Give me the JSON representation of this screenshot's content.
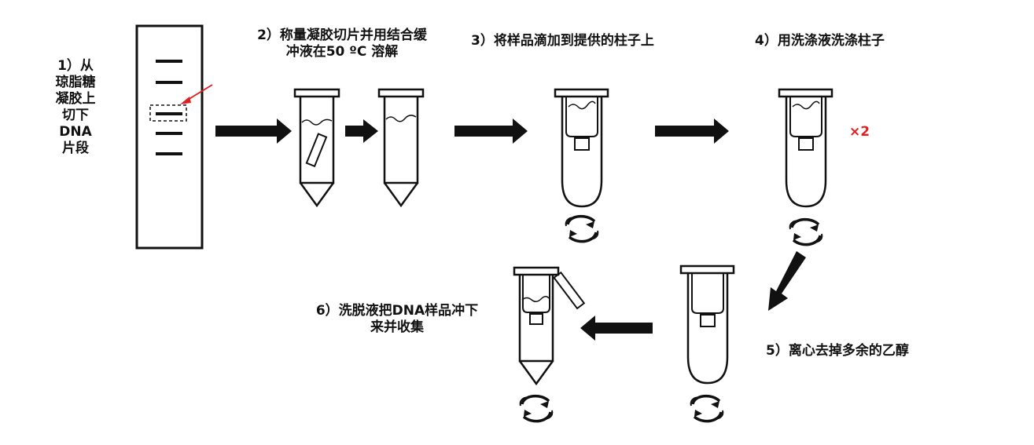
{
  "steps": [
    {
      "id": 1,
      "lines": [
        "1）从",
        "琼脂糖",
        "凝胶上",
        "切下",
        "DNA",
        "片段"
      ]
    },
    {
      "id": 2,
      "lines": [
        "2）称量凝胶切片并用结合缓",
        "冲液在50 ºC 溶解"
      ]
    },
    {
      "id": 3,
      "lines": [
        "3）将样品滴加到提供的柱子上"
      ]
    },
    {
      "id": 4,
      "lines": [
        "4）用洗涤液洗涤柱子"
      ]
    },
    {
      "id": 5,
      "lines": [
        "5）离心去掉多余的乙醇"
      ]
    },
    {
      "id": 6,
      "lines": [
        "6）洗脱液把DNA样品冲下",
        "来并收集"
      ]
    }
  ],
  "wash_repeat": "×2",
  "colors": {
    "ink": "#111111",
    "accent": "#e02020"
  }
}
